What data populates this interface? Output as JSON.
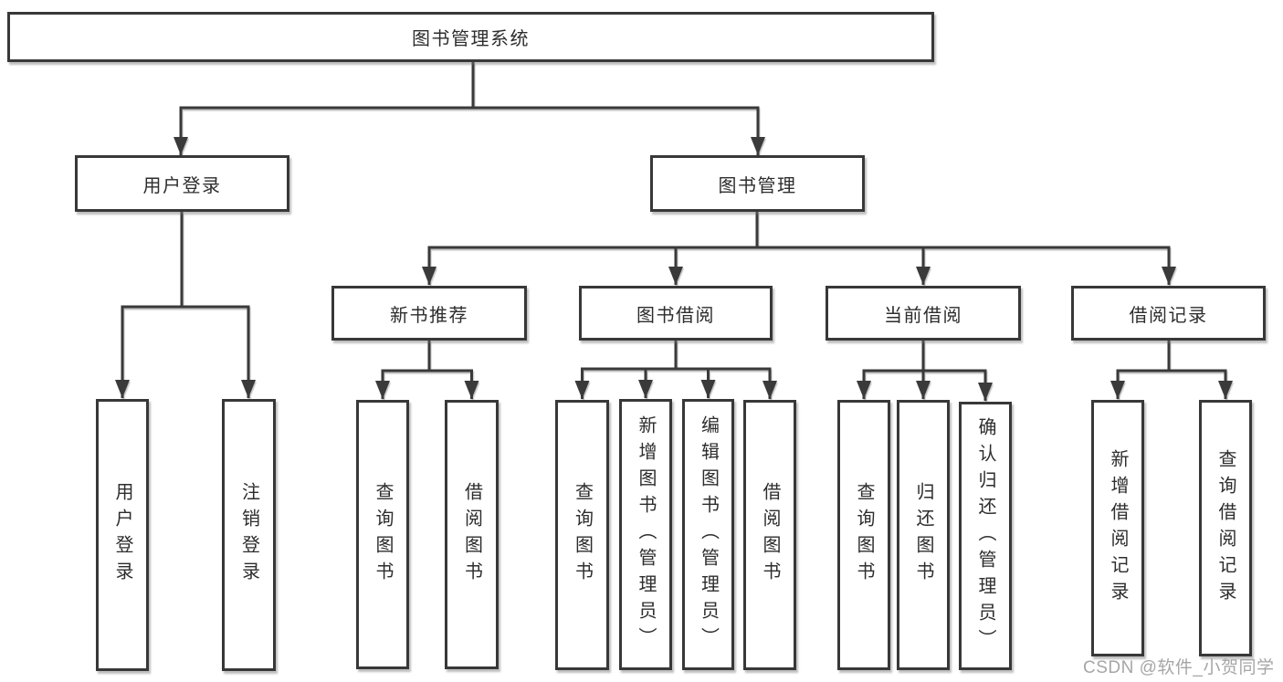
{
  "tree": {
    "label": "图书管理系统",
    "children": [
      {
        "label": "用户登录",
        "children": [
          {
            "label": "用户登录"
          },
          {
            "label": "注销登录"
          }
        ]
      },
      {
        "label": "图书管理",
        "children": [
          {
            "label": "新书推荐",
            "children": [
              {
                "label": "查询图书"
              },
              {
                "label": "借阅图书"
              }
            ]
          },
          {
            "label": "图书借阅",
            "children": [
              {
                "label": "查询图书"
              },
              {
                "label": "新增图书（管理员）"
              },
              {
                "label": "编辑图书（管理员）"
              },
              {
                "label": "借阅图书"
              }
            ]
          },
          {
            "label": "当前借阅",
            "children": [
              {
                "label": "查询图书"
              },
              {
                "label": "归还图书"
              },
              {
                "label": "确认归还（管理员）"
              }
            ]
          },
          {
            "label": "借阅记录",
            "children": [
              {
                "label": "新增借阅记录"
              },
              {
                "label": "查询借阅记录"
              }
            ]
          }
        ]
      }
    ]
  },
  "watermark": {
    "text": "CSDN @软件_小贺同学"
  },
  "colors": {
    "line": "#3a3a3a",
    "box_border": "#383838",
    "box_fill": "#ffffff",
    "text": "#2d2d2d",
    "watermark": "#a6a6a6",
    "background": "#ffffff"
  }
}
